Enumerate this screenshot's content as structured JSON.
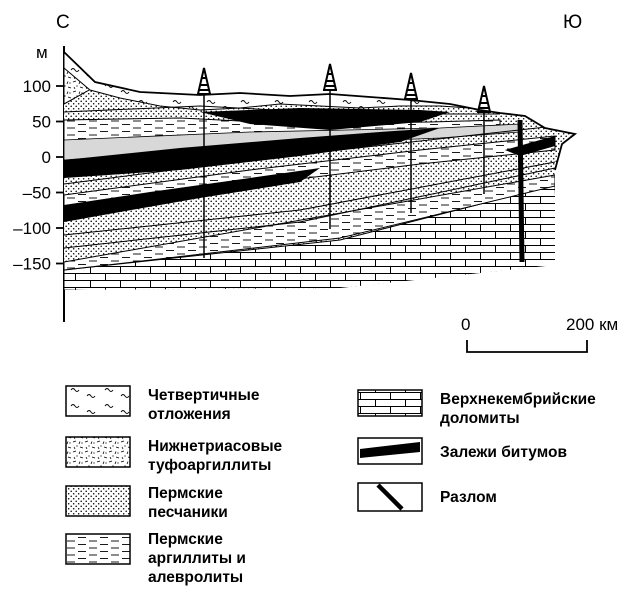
{
  "directions": {
    "north": "С",
    "south": "Ю"
  },
  "axis": {
    "unit": "м",
    "ticks": [
      {
        "label": "100",
        "value": 100
      },
      {
        "label": "50",
        "value": 50
      },
      {
        "label": "0",
        "value": 0
      },
      {
        "label": "–50",
        "value": -50
      },
      {
        "label": "–100",
        "value": -100
      },
      {
        "label": "–150",
        "value": -150
      }
    ]
  },
  "scale_bar": {
    "start_label": "0",
    "end_label": "200 км"
  },
  "legend": [
    {
      "pattern": "quaternary",
      "lines": [
        "Четвертичные",
        "отложения"
      ]
    },
    {
      "pattern": "tuff",
      "lines": [
        "Нижнетриасовые",
        "туфоаргиллиты"
      ]
    },
    {
      "pattern": "sandstone",
      "lines": [
        "Пермские",
        "песчаники"
      ]
    },
    {
      "pattern": "mudstone",
      "lines": [
        "Пермские",
        "аргиллиты и",
        "алевролиты"
      ]
    },
    {
      "pattern": "dolomite",
      "lines": [
        "Верхнекембрийские",
        "доломиты"
      ]
    },
    {
      "pattern": "bitumen",
      "lines": [
        "Залежи битумов"
      ]
    },
    {
      "pattern": "fault",
      "lines": [
        "Разлом"
      ]
    }
  ],
  "colors": {
    "ink": "#000000",
    "paper": "#ffffff",
    "light_gray": "#d8d8d8"
  }
}
